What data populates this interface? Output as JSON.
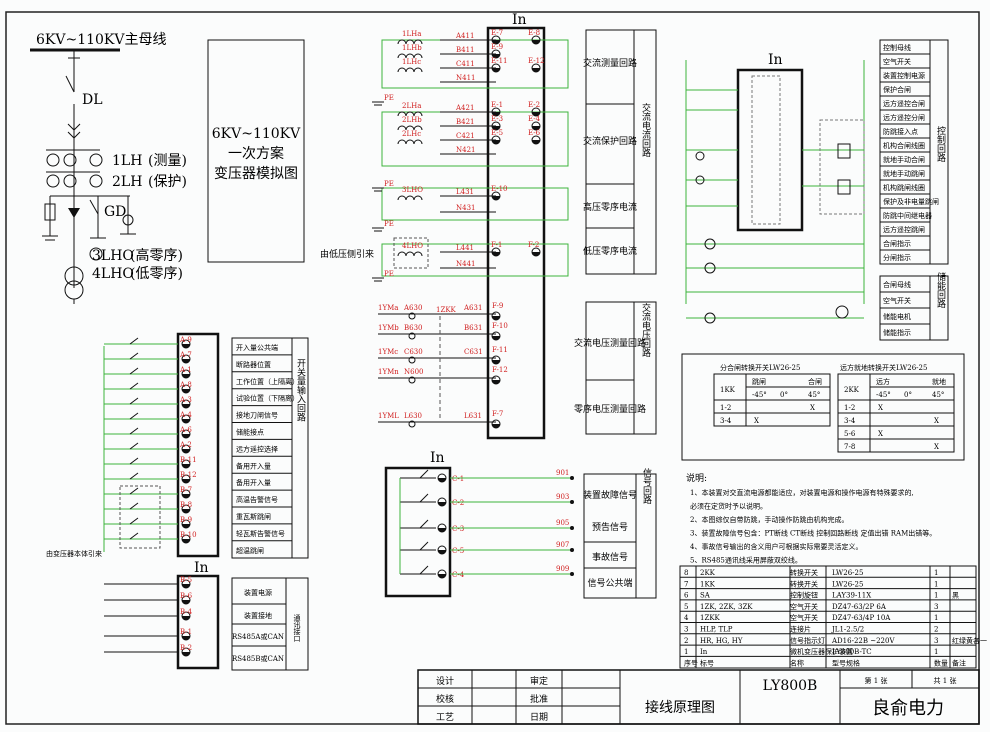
{
  "bus_title": "6KV~110KV主母线",
  "primary": {
    "dl": "DL",
    "lh1": "1LH",
    "lh1_note": "(测量)",
    "lh2": "2LH",
    "lh2_note": "(保护)",
    "gd": "GD",
    "lho3": "3LHO",
    "lho3_note": "(高零序)",
    "lho4": "4LHO",
    "lho4_note": "(低零序)"
  },
  "scheme_box": [
    "6KV~110KV",
    "一次方案",
    "变压器模拟图"
  ],
  "in_label": "In",
  "ac_terminals": {
    "inputs": [
      "A411",
      "B411",
      "C411",
      "N411",
      "A421",
      "B421",
      "C421",
      "N421",
      "L431",
      "N431",
      "L441",
      "N441"
    ],
    "left": [
      "E-7",
      "E-9",
      "E-11",
      "E-1",
      "E-3",
      "E-5",
      "E-10",
      "F-1"
    ],
    "right": [
      "E-8",
      "E-10",
      "E-12",
      "E-2",
      "E-4",
      "E-6",
      "F-2"
    ],
    "ct_labels": [
      "1LHa",
      "1LHb",
      "1LHc",
      "2LHa",
      "2LHb",
      "2LHc",
      "3LHO",
      "4LHO"
    ],
    "pe": "PE",
    "low_side_note": "由低压侧引来"
  },
  "voltage_terminals": {
    "sources": [
      "1YMa",
      "1YMb",
      "1YMc",
      "1YMn",
      "1YML"
    ],
    "inputs": [
      "A630",
      "B630",
      "C630",
      "N600",
      "L630"
    ],
    "outputs": [
      "A631",
      "B631",
      "C631",
      "L631"
    ],
    "zkk": "1ZKK",
    "terms": [
      "F-9",
      "F-10",
      "F-11",
      "F-12",
      "F-7"
    ]
  },
  "loop_labels": {
    "ac_measure": "交流测量回路",
    "ac_protect": "交流保护回路",
    "hv_zero": "高压零序电流",
    "lv_zero": "低压零序电流",
    "ac_current_loop": "交流电流回路",
    "ac_voltage_measure": "交流电压测量回路",
    "zero_voltage_measure": "零序电压测量回路",
    "ac_voltage_loop": "交流电压回路"
  },
  "signal_block": {
    "in": "In",
    "terms": [
      "C-1",
      "C-2",
      "C-3",
      "C-5",
      "C-4"
    ],
    "nums": [
      "901",
      "903",
      "905",
      "907",
      "909"
    ],
    "labels": [
      "装置故障信号",
      "预告信号",
      "事故信号",
      "信号公共端"
    ],
    "side": "信号回路"
  },
  "switch_inputs": {
    "labels": [
      "开入量公共端",
      "断路器位置",
      "工作位置（上隔离）",
      "试验位置（下隔离）",
      "接地刀闸信号",
      "储能接点",
      "远方遥控选择",
      "备用开入量",
      "备用开入量",
      "高温告警信号",
      "重瓦斯跳闸",
      "轻瓦斯告警信号",
      "超温跳闸"
    ],
    "side": "开关量输入回路",
    "note": "由变压器本体引来",
    "terms": [
      "A-9",
      "A-7",
      "A-1",
      "A-8",
      "A-3",
      "A-4",
      "A-6",
      "A-2",
      "B-11",
      "B-12",
      "B-7",
      "B-8",
      "B-9",
      "B-10"
    ]
  },
  "power_block": {
    "in": "In",
    "labels": [
      "装置电源",
      "装置接地",
      "RS485A或CAN",
      "RS485B或CAN"
    ],
    "side": "通讯接口",
    "terms": [
      "B-5",
      "B-6",
      "B-4",
      "B-1",
      "B-2"
    ]
  },
  "control_labels": [
    "控制母线",
    "空气开关",
    "装置控制电源",
    "保护合闸",
    "远方遥控合闸",
    "远方遥控分闸",
    "防跳接入点",
    "机构合闸线圈",
    "就地手动合闸",
    "就地手动跳闸",
    "机构跳闸线圈",
    "保护及非电量跳闸",
    "防跳中间继电器",
    "远方遥控跳闸",
    "合闸指示",
    "分闸指示"
  ],
  "control_side": "控制回路",
  "charge_labels": [
    "合闸母线",
    "空气开关",
    "储能电机",
    "储能指示"
  ],
  "charge_side": "储能回路",
  "switch_tables": {
    "t1_title": "分合闸转换开关LW26-25",
    "t1_header": [
      "1KK",
      "跳闸",
      "合闸"
    ],
    "t1_angles": [
      "-45°",
      "0°",
      "45°"
    ],
    "t1_rows": [
      [
        "1-2",
        "",
        "X"
      ],
      [
        "3-4",
        "X",
        ""
      ]
    ],
    "t2_title": "远方就地转换开关LW26-25",
    "t2_header": [
      "2KK",
      "远方",
      "就地"
    ],
    "t2_angles": [
      "-45°",
      "0°",
      "45°"
    ],
    "t2_rows": [
      [
        "1-2",
        "X",
        ""
      ],
      [
        "3-4",
        "",
        "X"
      ],
      [
        "5-6",
        "X",
        ""
      ],
      [
        "7-8",
        "",
        "X"
      ]
    ]
  },
  "notes": {
    "title": "说明:",
    "items": [
      "1、本装置对交直流电源都能适应，对装置电源和操作电源有特殊要求的,",
      "    必须在定货时予以说明。",
      "2、本图综仅自带防跳，手动操作防跳由机构完成。",
      "3、装置故障信号包含：PT断线 CT断线 控制回路断线 定值出错  RAM出错等。",
      "4、事故信号输出的含义用户可根据实际需要灵活定义。",
      "5、RS485通讯线采用屏蔽双绞线。"
    ]
  },
  "bom": {
    "header": [
      "序号",
      "标号",
      "名称",
      "型号规格",
      "数量",
      "备注"
    ],
    "rows": [
      [
        "8",
        "2KK",
        "转换开关",
        "LW26-25",
        "1",
        ""
      ],
      [
        "7",
        "1KK",
        "转换开关",
        "LW26-25",
        "1",
        ""
      ],
      [
        "6",
        "SA",
        "控制旋钮",
        "LAY39-11X",
        "1",
        "黑"
      ],
      [
        "5",
        "1ZK, 2ZK, 3ZK",
        "空气开关",
        "DZ47-63/2P 6A",
        "3",
        ""
      ],
      [
        "4",
        "1ZKK",
        "空气开关",
        "DZ47-63/4P 10A",
        "1",
        ""
      ],
      [
        "3",
        "HLP, TLP",
        "连接片",
        "JL1-2.5/2",
        "2",
        ""
      ],
      [
        "2",
        "HR, HG, HY",
        "信号指示灯",
        "AD16-22B ~220V",
        "3",
        "红绿黄各一"
      ],
      [
        "1",
        "In",
        "微机变压器保护装置",
        "LY800B-TC",
        "1",
        ""
      ]
    ]
  },
  "title_block": {
    "design": "设计",
    "check": "校核",
    "craft": "工艺",
    "review": "审定",
    "approve": "批准",
    "date": "日期",
    "drawing": "接线原理图",
    "model": "LY800B",
    "sheet_no": "第 1 张",
    "sheet_total": "共 1 张",
    "company": "良俞电力"
  }
}
